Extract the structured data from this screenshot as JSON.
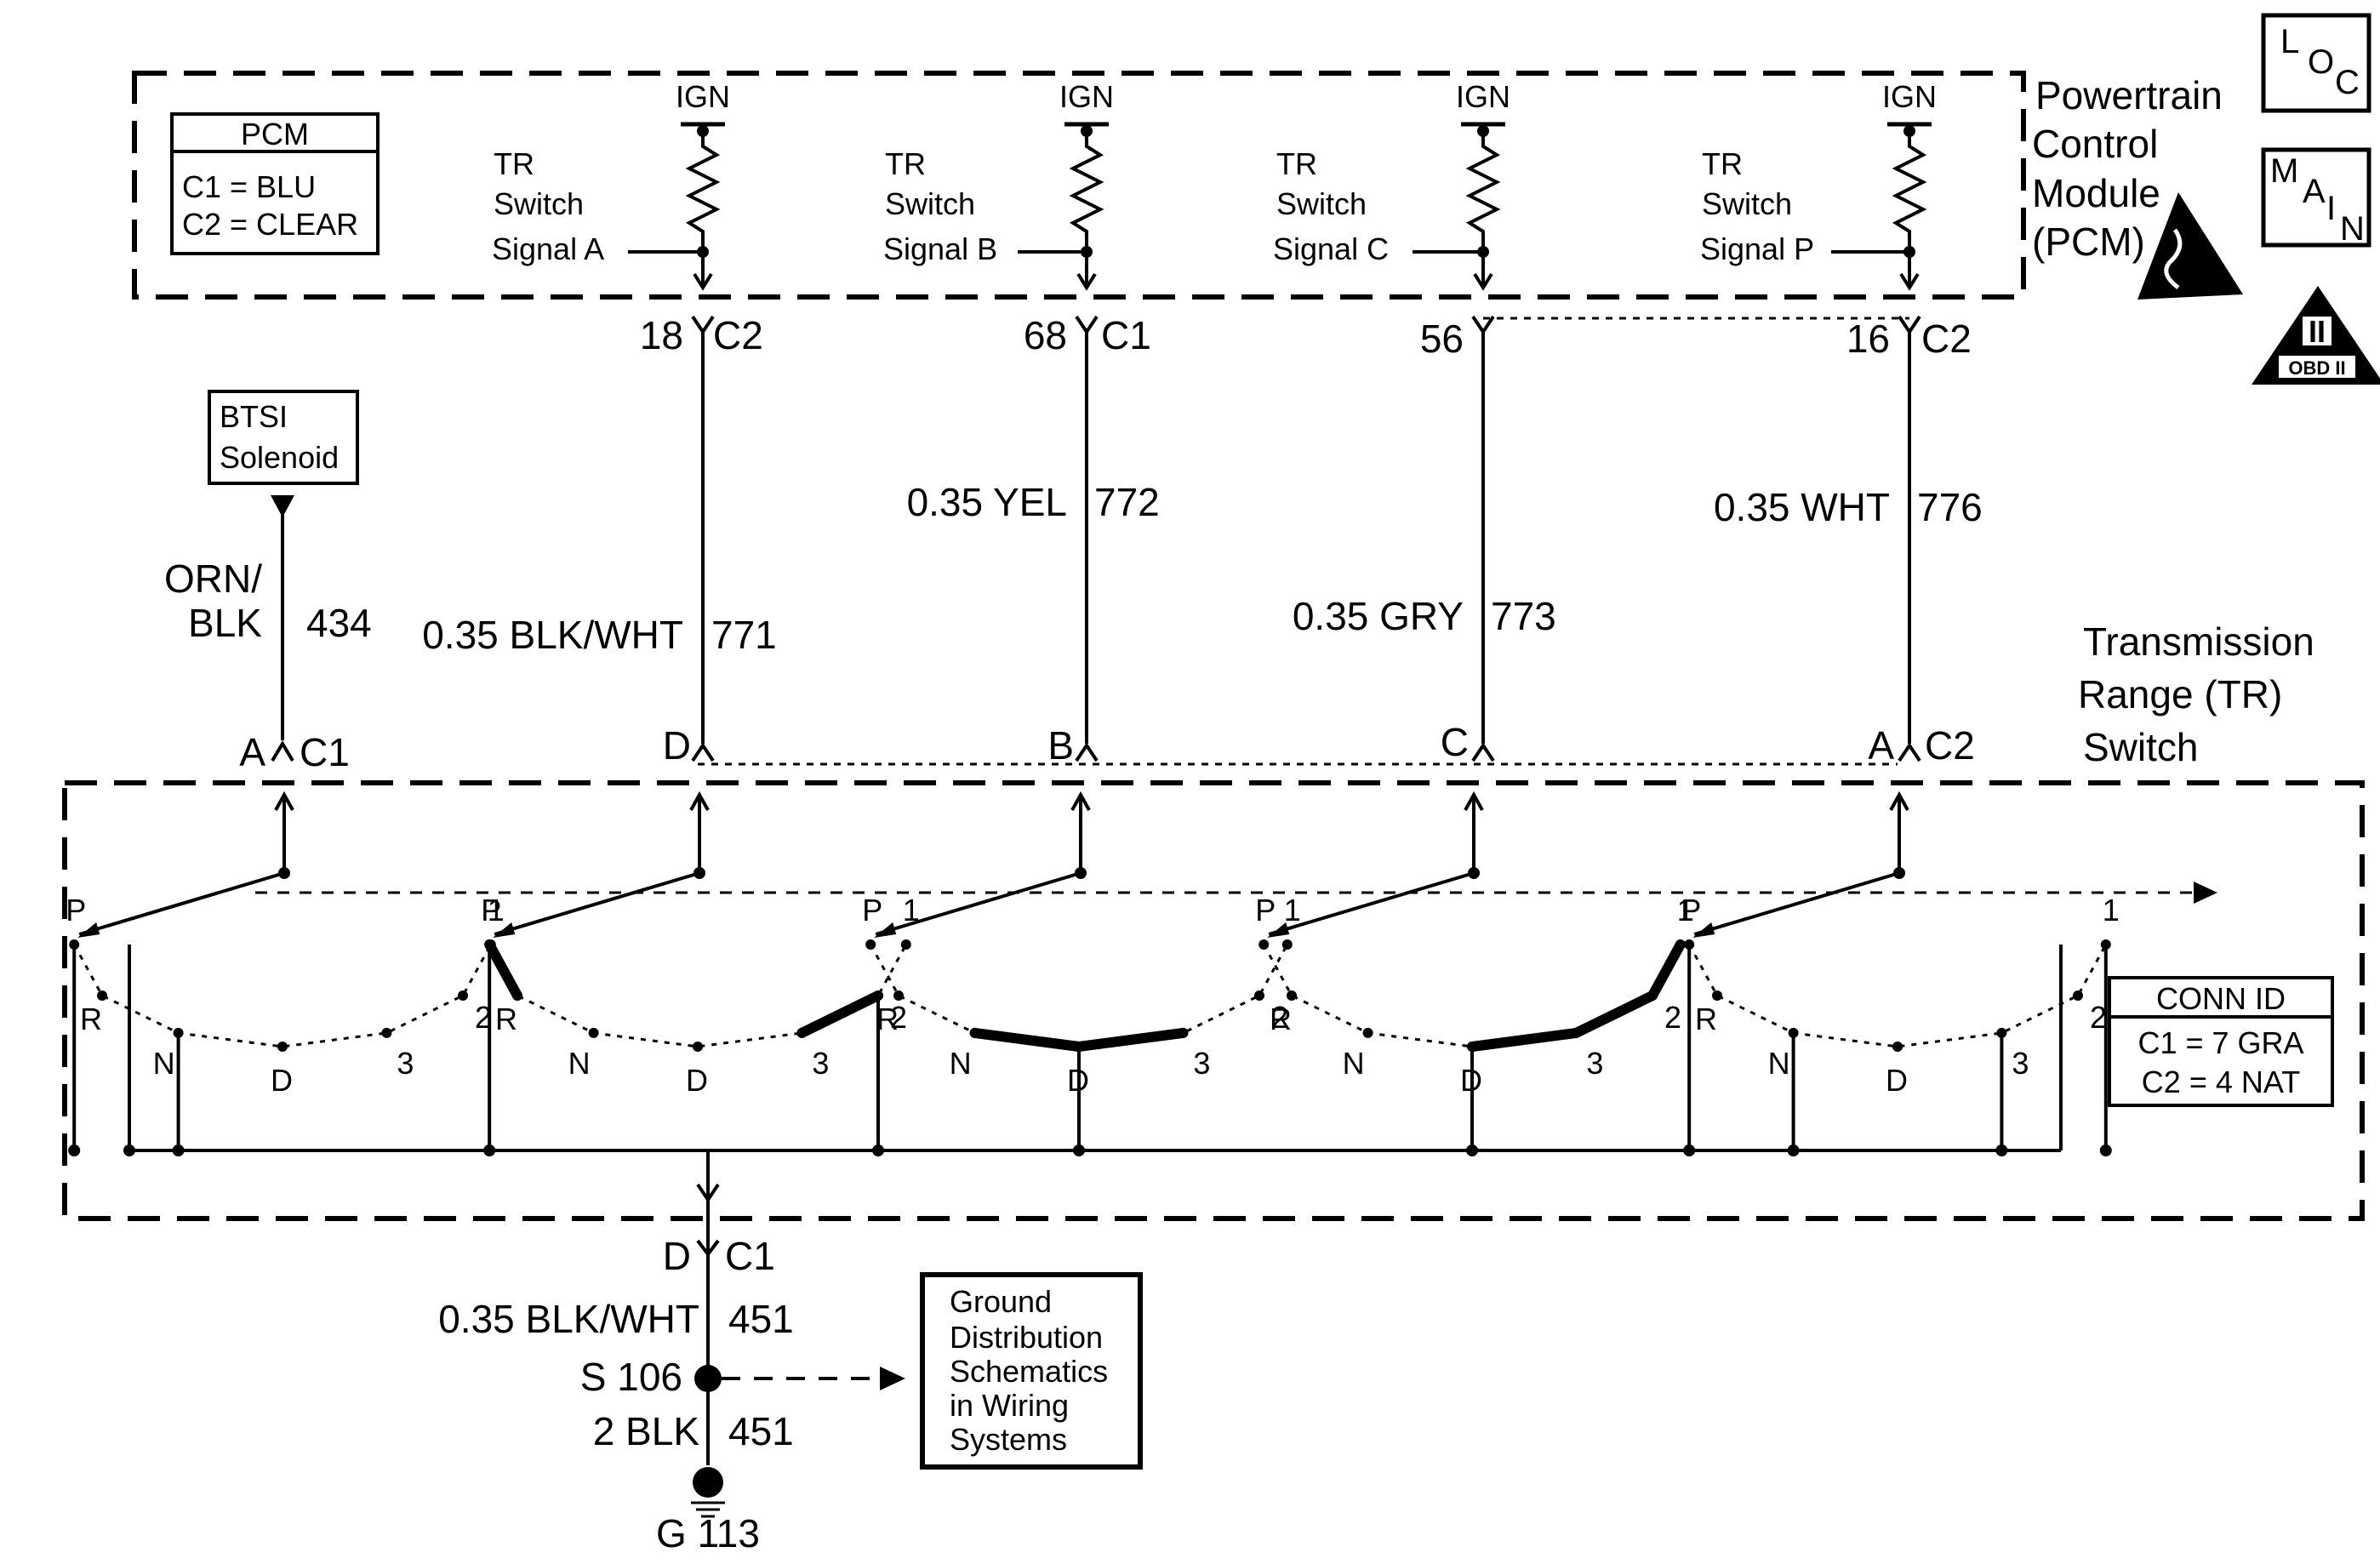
{
  "pcm_box": {
    "title": "Powertrain",
    "line2": "Control",
    "line3": "Module",
    "line4": "(PCM)"
  },
  "pcm_connector_table": {
    "header": "PCM",
    "row1": "C1 = BLU",
    "row2": "C2 = CLEAR"
  },
  "power_label": "IGN",
  "tr_signal_text": {
    "line1": "TR",
    "line2": "Switch"
  },
  "signals": [
    {
      "label": "Signal A",
      "pin": "18",
      "conn": "C2",
      "wire": "0.35 BLK/WHT",
      "circuit": "771",
      "switch_pin": "D"
    },
    {
      "label": "Signal B",
      "pin": "68",
      "conn": "C1",
      "wire": "0.35 YEL",
      "circuit": "772",
      "switch_pin": "B"
    },
    {
      "label": "Signal C",
      "pin": "56",
      "conn": "",
      "wire": "0.35 GRY",
      "circuit": "773",
      "switch_pin": "C"
    },
    {
      "label": "Signal P",
      "pin": "16",
      "conn": "C2",
      "wire": "0.35 WHT",
      "circuit": "776",
      "switch_pin": "A"
    }
  ],
  "btsi": {
    "line1": "BTSI",
    "line2": "Solenoid",
    "wire_line1": "ORN/",
    "wire_line2": "BLK",
    "circuit": "434",
    "switch_pin": "A",
    "conn": "C1"
  },
  "c2_label": "C2",
  "tr_switch_label": {
    "line1": "Transmission",
    "line2": "Range (TR)",
    "line3": "Switch"
  },
  "range_positions": [
    "P",
    "R",
    "N",
    "D",
    "3",
    "2",
    "1"
  ],
  "conn_id_table": {
    "header": "CONN ID",
    "row1": "C1 = 7 GRA",
    "row2": "C2 = 4 NAT"
  },
  "ground": {
    "switch_pin": "D",
    "conn": "C1",
    "wire1": "0.35 BLK/WHT",
    "circuit1": "451",
    "splice": "S 106",
    "wire2": "2 BLK",
    "circuit2": "451",
    "ground_id": "G 113"
  },
  "ground_ref": {
    "line1": "Ground",
    "line2": "Distribution",
    "line3": "Schematics",
    "line4": "in Wiring",
    "line5": "Systems"
  },
  "badges": {
    "loc": [
      "L",
      "O",
      "C"
    ],
    "main": [
      "M",
      "A",
      "I",
      "N"
    ],
    "obd_numeral": "II",
    "obd_text": "OBD II"
  }
}
